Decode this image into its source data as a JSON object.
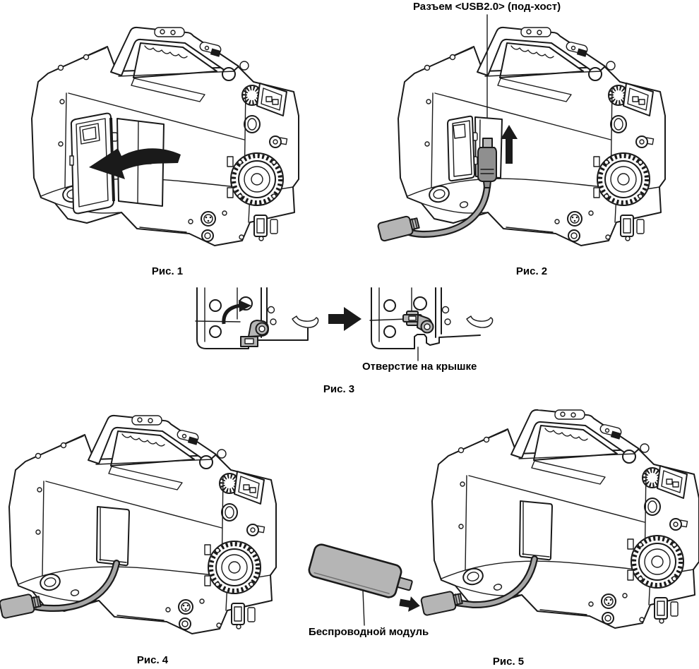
{
  "document": {
    "type": "camera-operating-instructions-figure-page",
    "labels": {
      "usb_connector": "Разъем <USB2.0> (под-хост)",
      "cover_hole": "Отверстие на крышке",
      "wireless_module": "Беспроводной модуль"
    },
    "captions": {
      "fig1": "Рис. 1",
      "fig2": "Рис. 2",
      "fig3": "Рис. 3",
      "fig4": "Рис. 4",
      "fig5": "Рис. 5"
    }
  },
  "icons": {
    "open-cover-arrow": "curved-left-arrow",
    "insert-plug-arrow": "up-arrow",
    "rotate-latch-arrow": "curved-clockwise-arrow",
    "transition-arrow": "right-arrow",
    "attach-module-arrow": "right-arrow"
  },
  "colors": {
    "line": "#1a1a1a",
    "gray": "#b5b5b5",
    "cable": "#a6a6a6",
    "plug": "#8f8f8f"
  }
}
